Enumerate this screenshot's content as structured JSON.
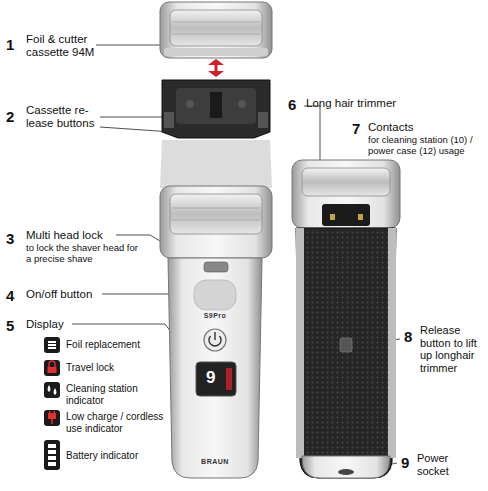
{
  "diagram": {
    "labels": [
      "1",
      "Foil & cutter cassette 94M",
      "2",
      "Cassette re- lease buttons",
      "3",
      "Multi head lock",
      "to lock the shaver head for a precise shave",
      "4",
      "On/off button",
      "5",
      "Display",
      "6",
      "Long hair trimmer",
      "7",
      "Contacts",
      "for cleaning station (10) / power case (12) usage",
      "8",
      "Release button to lift up longhair trimmer",
      "9",
      "Power socket",
      "S9Pro",
      "9",
      "BRAUN"
    ],
    "legend": [
      {
        "text": "Foil replacement"
      },
      {
        "text": "Travel lock"
      },
      {
        "text": "Cleaning station indicator"
      },
      {
        "text": "Low charge / cordless use indicator"
      },
      {
        "text": "Battery indicator"
      }
    ]
  }
}
